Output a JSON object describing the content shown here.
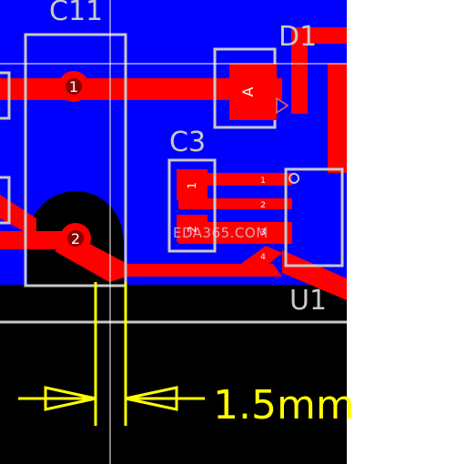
{
  "board": {
    "colors": {
      "copper_fill": "#0000ff",
      "trace": "#ff0000",
      "silkscreen": "#c8c8c8",
      "dimension": "#ffff00",
      "background": "#000000",
      "outside": "#ffffff"
    }
  },
  "components": {
    "c11": {
      "designator": "C11",
      "pin1": "1",
      "pin2": "2"
    },
    "d1": {
      "designator": "D1",
      "pad_label": "A"
    },
    "c3": {
      "designator": "C3",
      "pin1": "1",
      "pin2": "2"
    },
    "u1": {
      "designator": "U1",
      "pins": [
        "1",
        "2",
        "3",
        "4"
      ]
    }
  },
  "dimension": {
    "label": "1.5mm"
  },
  "watermark": {
    "text": "EDA365.COM"
  }
}
